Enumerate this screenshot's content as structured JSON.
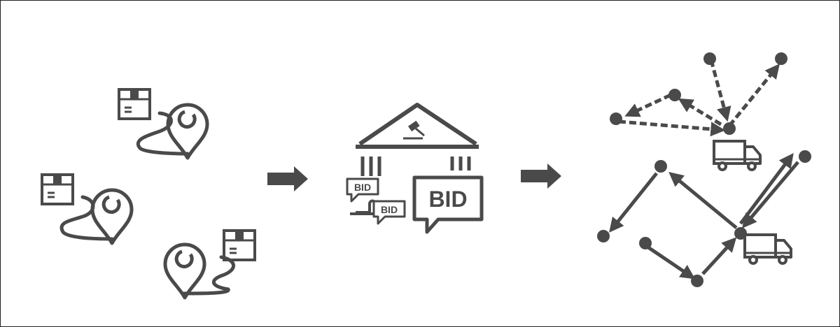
{
  "colors": {
    "ink": "#4a4a4a",
    "outline": "#222222",
    "background": "#ffffff"
  },
  "stage1": {
    "icons": [
      "package-icon",
      "location-pin-icon",
      "route-path-icon"
    ],
    "count": 3
  },
  "stage2": {
    "icons": [
      "auction-house-icon",
      "gavel-icon",
      "speech-bubble-icon"
    ],
    "bids": {
      "small_a": "BID",
      "small_b": "BID",
      "large": "BID"
    }
  },
  "stage3": {
    "icons": [
      "route-node-icon",
      "delivery-truck-icon"
    ],
    "truck_count": 2
  }
}
